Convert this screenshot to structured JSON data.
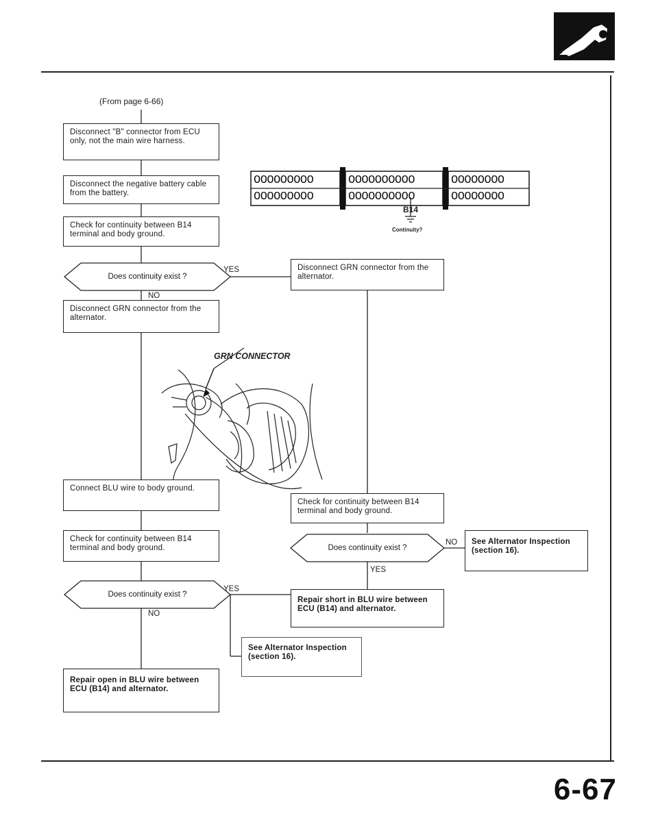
{
  "source_note": "(From page 6-66)",
  "page_number": "6-67",
  "connector_diagram": {
    "row_pattern_1": "OOOOOOOOO",
    "row_pattern_2": "OOOOOOOOOO",
    "row_pattern_3": "OOOOOOOO",
    "terminal_label": "B14",
    "question_label": "Continuity?"
  },
  "illustration": {
    "callout": "GRN CONNECTOR"
  },
  "left_column": {
    "step_disconnect_b": "Disconnect \"B\" connector from ECU only, not the main wire harness.",
    "step_disconnect_battery": "Disconnect the negative battery cable from the battery.",
    "step_check_1": "Check for continuity between B14 terminal and body ground.",
    "decision_1": "Does continuity exist ?",
    "decision_1_yes": "YES",
    "decision_1_no": "NO",
    "step_disconnect_grn": "Disconnect GRN connector from the alternator.",
    "step_connect_blu": "Connect BLU wire to body ground.",
    "step_check_2": "Check for continuity between B14 terminal and body ground.",
    "decision_2": "Does continuity exist ?",
    "decision_2_yes": "YES",
    "decision_2_no": "NO",
    "result_repair_open": "Repair open in BLU wire between ECU (B14) and alternator."
  },
  "right_column": {
    "step_disconnect_grn": "Disconnect GRN connector from the alternator.",
    "step_check": "Check for continuity between B14 terminal and body ground.",
    "decision": "Does continuity exist ?",
    "decision_no": "NO",
    "decision_yes": "YES",
    "result_alternator": "See Alternator Inspection (section 16).",
    "result_repair_short": "Repair short in BLU wire between ECU (B14) and alternator."
  },
  "middle_result": {
    "result_alternator": "See Alternator Inspection (section 16)."
  }
}
